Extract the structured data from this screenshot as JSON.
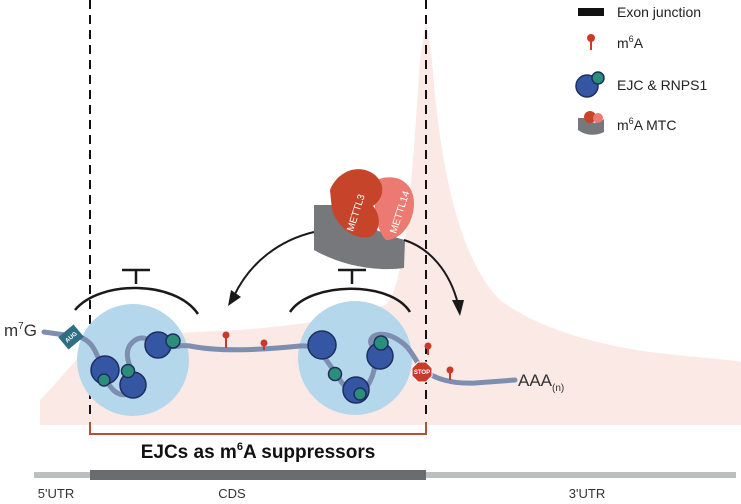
{
  "legend": {
    "exon_junction": "Exon junction",
    "m6a_m": "m",
    "m6a_sup": "6",
    "m6a_rest": "A",
    "ejc": "EJC & RNPS1",
    "mtc_m": "m",
    "mtc_sup": "6",
    "mtc_rest": "A MTC"
  },
  "labels": {
    "cap_m": "m",
    "cap_sup": "7",
    "cap_rest": "G",
    "tail_main": "AAA",
    "tail_sub": "(n)",
    "start_codon": "AUG",
    "stop_codon": "STOP",
    "enzyme_a": "METTL3",
    "enzyme_b": "METTL14",
    "title_pre": "EJCs as m",
    "title_sup": "6",
    "title_post": "A suppressors",
    "utr5": "5'UTR",
    "cds": "CDS",
    "utr3": "3'UTR"
  },
  "colors": {
    "background_profile": "#fbe9e6",
    "ejc_circle": "#b5d7ec",
    "ejc_protein": "#3556a3",
    "rnps1": "#2b8e7a",
    "m6a_mark": "#c93a2a",
    "mtc_gray": "#77787b",
    "mettl3": "#c6452a",
    "mettl14": "#ec7a72",
    "bracket": "#b4522f",
    "rna": "#7d8eb1",
    "aug_box": "#2e6f86",
    "cds_bar": "#6b6c6e",
    "utr_bar": "#bdbec0"
  }
}
